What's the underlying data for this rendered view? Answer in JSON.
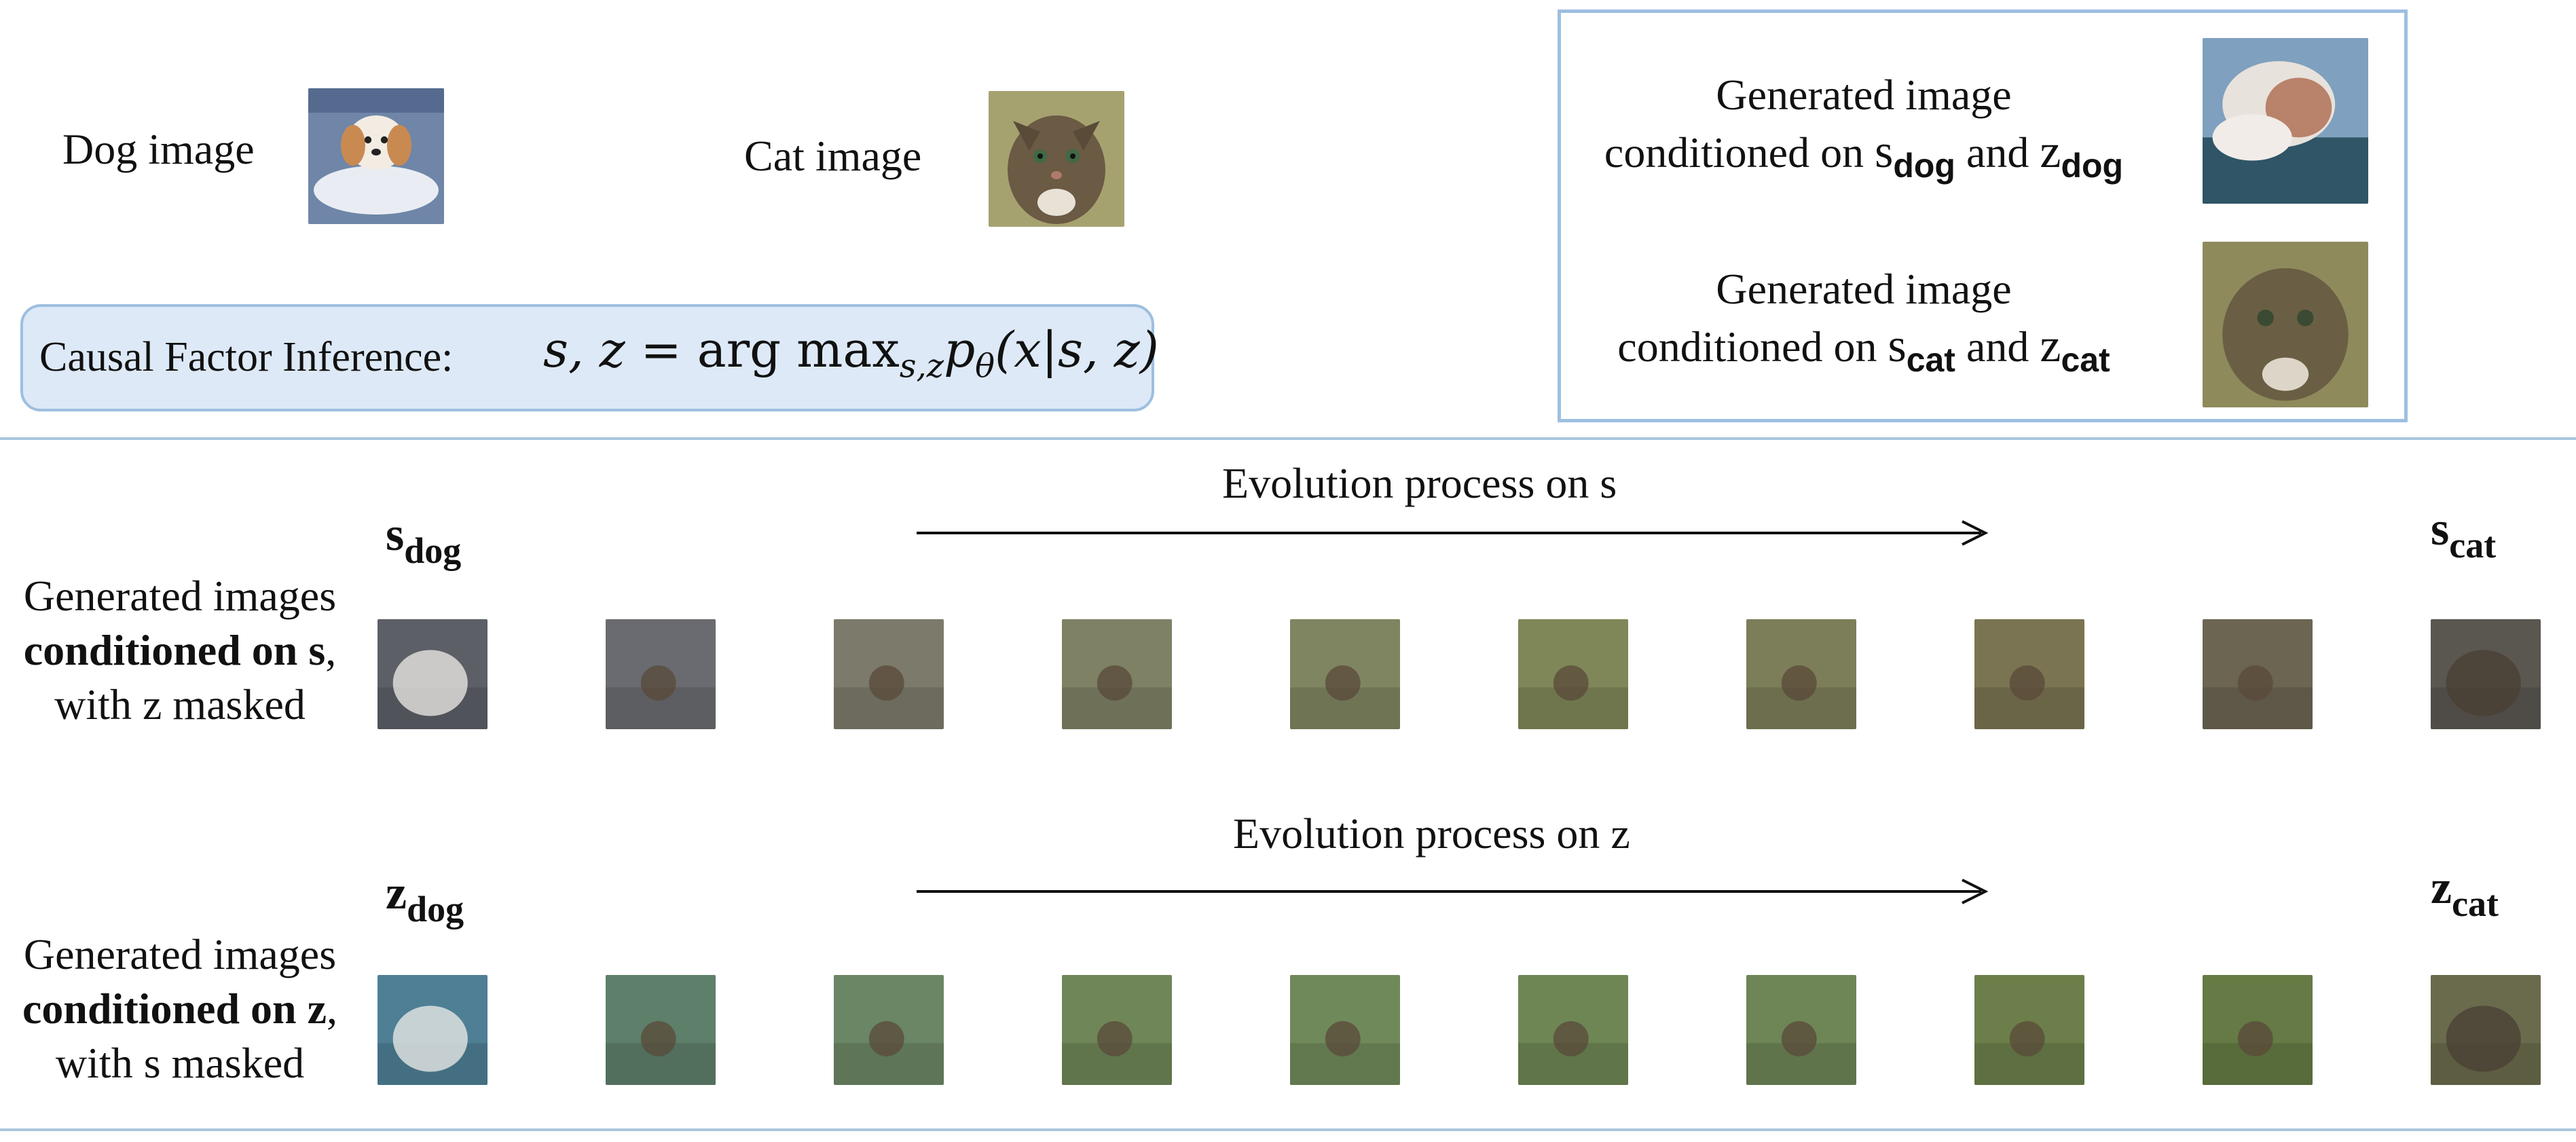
{
  "top": {
    "dog_label": "Dog image",
    "cat_label": "Cat image",
    "inference": {
      "label": "Causal Factor Inference:",
      "formula_lhs": "s, z = ",
      "formula_op": "arg max",
      "formula_sub": "s,z",
      "formula_rhs_p": "p",
      "formula_rhs_theta": "θ",
      "formula_rhs_args": "(x|s, z)"
    },
    "generated": {
      "line1": "Generated image",
      "dog": {
        "prefix": "conditioned on ",
        "s": "s",
        "s_sub": "dog",
        "and": " and ",
        "z": "z",
        "z_sub": "dog"
      },
      "cat": {
        "prefix": "conditioned on ",
        "s": "s",
        "s_sub": "cat",
        "and": " and ",
        "z": "z",
        "z_sub": "cat"
      }
    }
  },
  "row_s": {
    "process_label": "Evolution process on s",
    "start_symbol": "s",
    "start_sub": "dog",
    "end_symbol": "s",
    "end_sub": "cat",
    "label_line1": "Generated images",
    "label_line2": "conditioned on s",
    "label_line2_comma": ",",
    "label_line3": "with z masked",
    "thumb_colors": [
      "#5c5f66",
      "#6a6b70",
      "#7c7a6a",
      "#7e8164",
      "#7f8561",
      "#7f8758",
      "#7b7e58",
      "#7a7452",
      "#6b6552",
      "#5a5650"
    ]
  },
  "row_z": {
    "process_label": "Evolution process on z",
    "start_symbol": "z",
    "start_sub": "dog",
    "end_symbol": "z",
    "end_sub": "cat",
    "label_line1": "Generated images",
    "label_line2": "conditioned on z",
    "label_line2_comma": ",",
    "label_line3": "with s masked",
    "thumb_colors": [
      "#4e7f95",
      "#5e7f6a",
      "#6b8664",
      "#6f8658",
      "#70895a",
      "#6e8654",
      "#6e8556",
      "#6c7f4a",
      "#657a44",
      "#6a6a4c"
    ]
  },
  "colors": {
    "accent_border": "#9dbfe0",
    "box_fill": "#dde9f6",
    "divider": "#a9c6de"
  }
}
